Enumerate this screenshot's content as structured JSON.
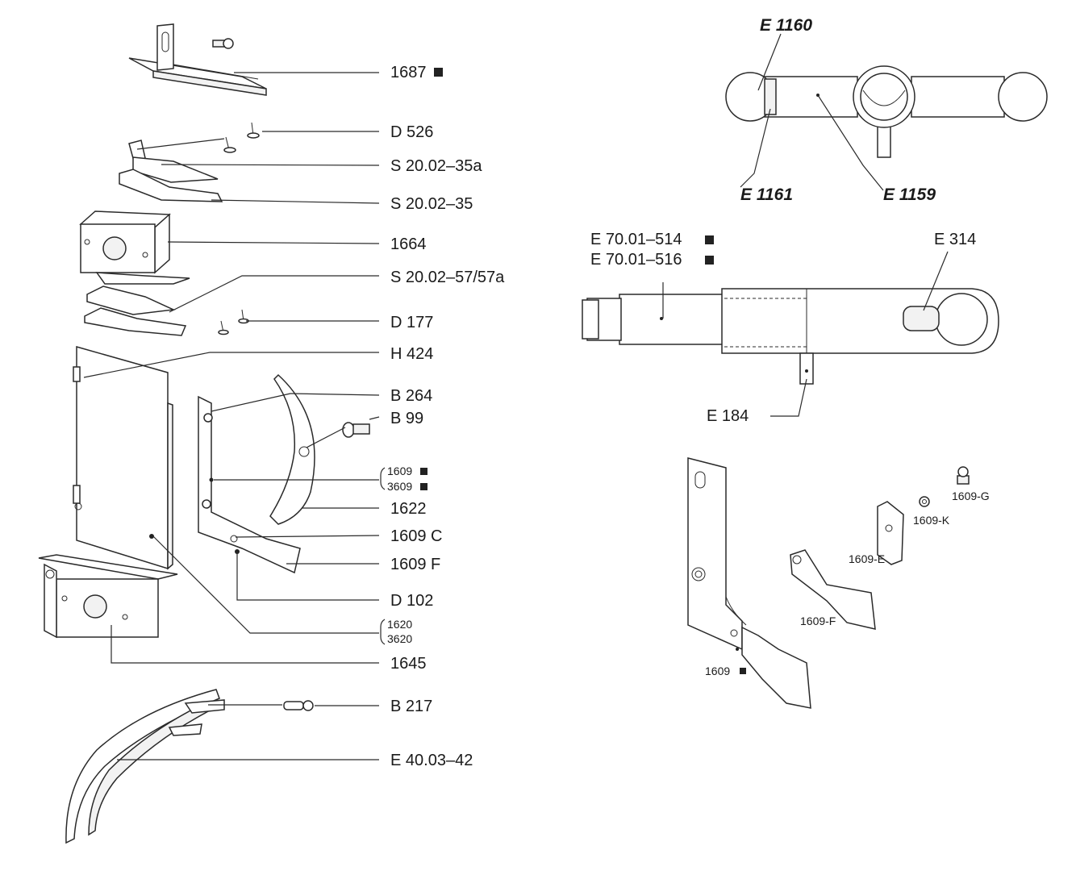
{
  "left_labels": {
    "p1687": "1687",
    "d526": "D  526",
    "s2002_35a": "S  20.02–35a",
    "s2002_35": "S  20.02–35",
    "p1664": "1664",
    "s2002_57": "S  20.02–57/57a",
    "d177": "D  177",
    "h424": "H  424",
    "b264": "B  264",
    "b99": "B  99",
    "p1609": "1609",
    "p3609": "3609",
    "p1622": "1622",
    "p1609c": "1609 C",
    "p1609f": "1609 F",
    "d102": "D  102",
    "p1620": "1620",
    "p3620": "3620",
    "p1645": "1645",
    "b217": "B  217",
    "e4003_42": "E  40.03–42"
  },
  "right_labels": {
    "e1160": "E 1160",
    "e1161": "E 1161",
    "e1159": "E 1159",
    "e7001_514": "E  70.01–514",
    "e7001_516": "E  70.01–516",
    "e314": "E  314",
    "e184": "E  184",
    "s1609g": "1609-G",
    "s1609k": "1609-K",
    "s1609e": "1609-E",
    "s1609f": "1609-F",
    "s1609": "1609"
  }
}
